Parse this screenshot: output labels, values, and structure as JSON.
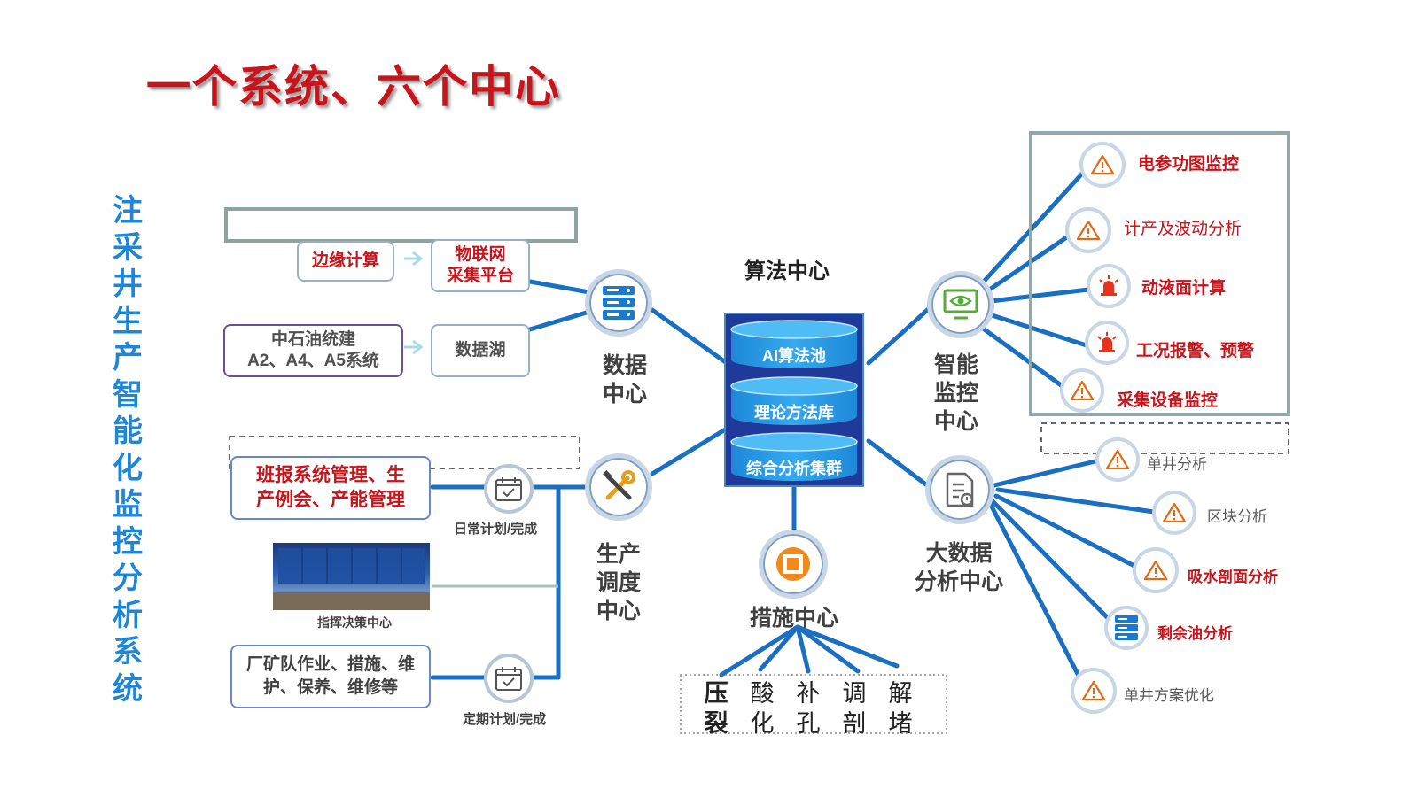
{
  "title": "一个系统、六个中心",
  "side_title": "注采井生产智能化监控分析系统",
  "algorithm_center": {
    "label": "算法中心",
    "layers": [
      "AI算法池",
      "理论方法库",
      "综合分析集群"
    ]
  },
  "data_center": {
    "label": "数据\n中心",
    "sources": {
      "edge": "边缘计算",
      "iot": "物联网\n采集平台",
      "cnpc": "中石油统建\nA2、A4、A5系统",
      "lake": "数据湖"
    }
  },
  "smart_monitor": {
    "label": "智能\n监控\n中心",
    "items": [
      "电参功图监控",
      "计产及波动分析",
      "动液面计算",
      "工况报警、预警",
      "采集设备监控"
    ]
  },
  "big_data": {
    "label": "大数据\n分析中心",
    "items": [
      "单井分析",
      "区块分析",
      "吸水剖面分析",
      "剩余油分析",
      "单井方案优化"
    ]
  },
  "production": {
    "label": "生产\n调度\n中心",
    "box1": "班报系统管理、生\n产例会、产能管理",
    "box2": "厂矿队作业、措施、维\n护、保养、维修等",
    "command_caption": "指挥决策中心",
    "daily_caption": "日常计划/完成",
    "regular_caption": "定期计划/完成"
  },
  "measures": {
    "label": "措施中心",
    "items": [
      "压\n裂",
      "酸\n化",
      "补\n孔",
      "调\n剖",
      "解\n堵"
    ]
  },
  "colors": {
    "red": "#c8141b",
    "blue": "#1a6fc0",
    "side_title": "#1f86d6"
  }
}
